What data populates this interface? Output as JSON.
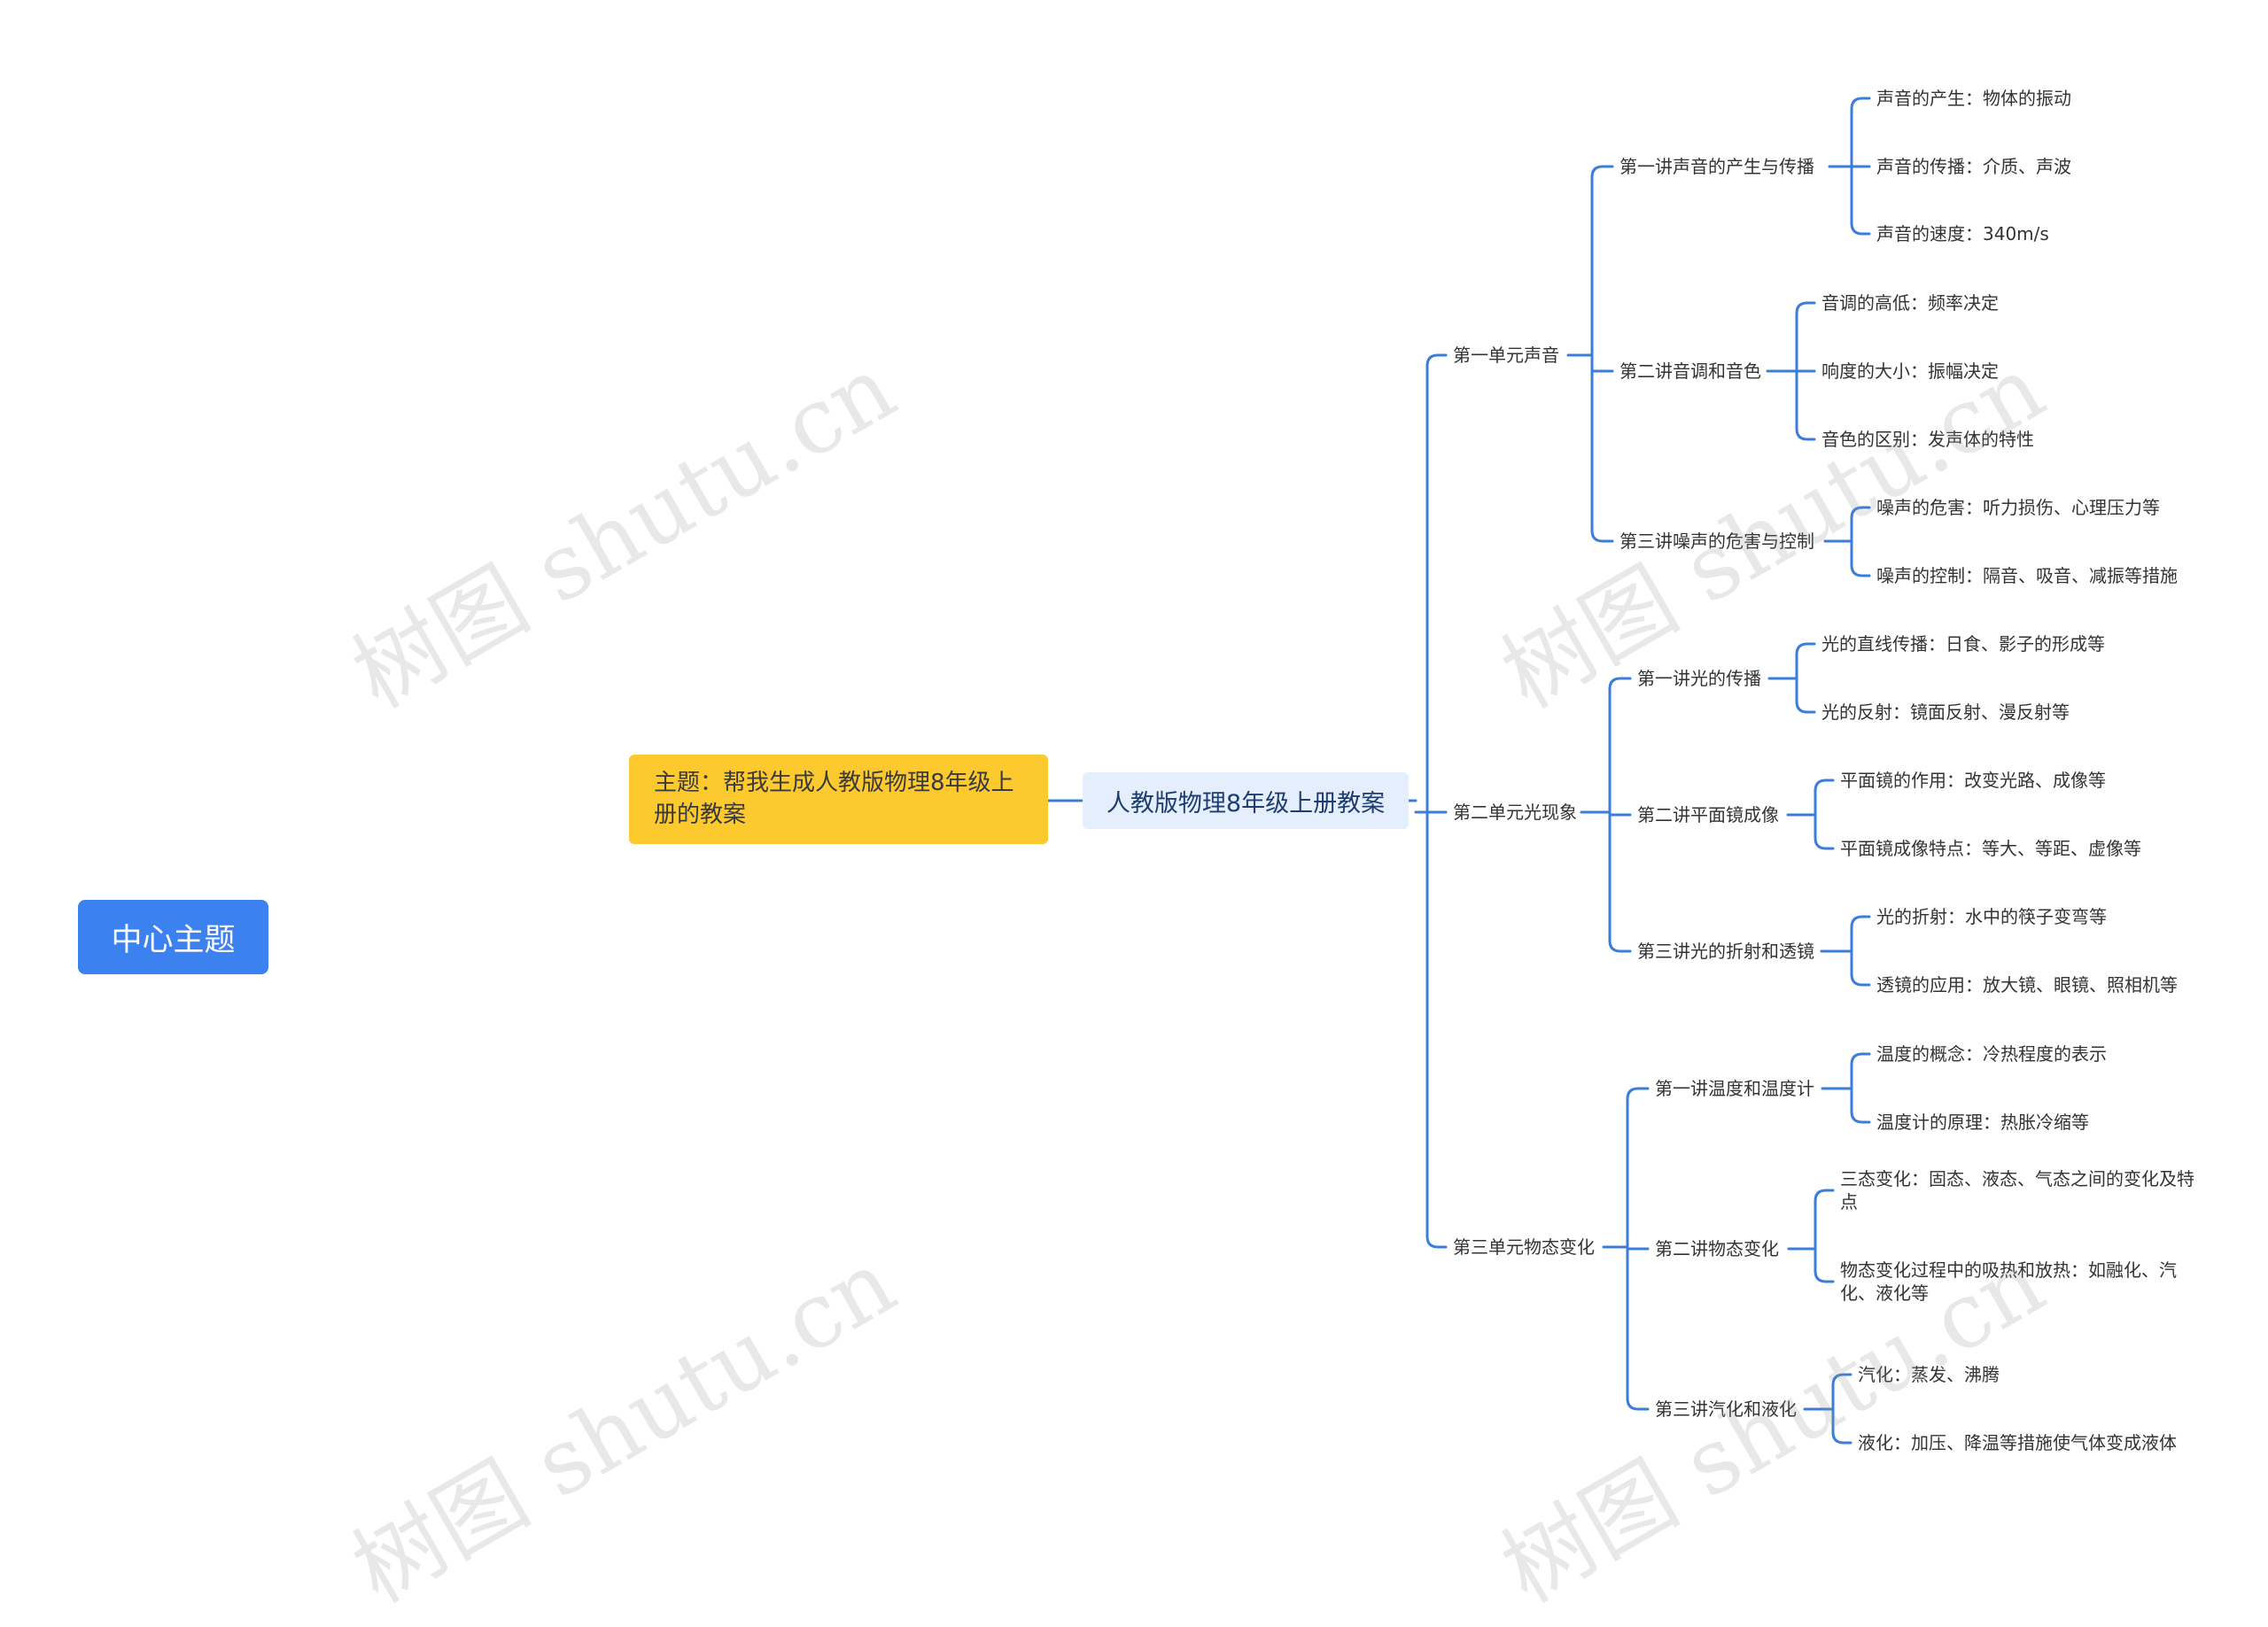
{
  "root": "中心主题",
  "topic": "主题：帮我生成人教版物理8年级上册的教案",
  "center": "人教版物理8年级上册教案",
  "watermark": "树图 shutu.cn",
  "colors": {
    "line": "#3b7dd8",
    "root": "#3b82f0",
    "topic": "#fcc92e",
    "center": "#e4eefc"
  },
  "units": [
    {
      "label": "第一单元声音",
      "lessons": [
        {
          "label": "第一讲声音的产生与传播",
          "leaves": [
            "声音的产生：物体的振动",
            "声音的传播：介质、声波",
            "声音的速度：340m/s"
          ]
        },
        {
          "label": "第二讲音调和音色",
          "leaves": [
            "音调的高低：频率决定",
            "响度的大小：振幅决定",
            "音色的区别：发声体的特性"
          ]
        },
        {
          "label": "第三讲噪声的危害与控制",
          "leaves": [
            "噪声的危害：听力损伤、心理压力等",
            "噪声的控制：隔音、吸音、减振等措施"
          ]
        }
      ]
    },
    {
      "label": "第二单元光现象",
      "lessons": [
        {
          "label": "第一讲光的传播",
          "leaves": [
            "光的直线传播：日食、影子的形成等",
            "光的反射：镜面反射、漫反射等"
          ]
        },
        {
          "label": "第二讲平面镜成像",
          "leaves": [
            "平面镜的作用：改变光路、成像等",
            "平面镜成像特点：等大、等距、虚像等"
          ]
        },
        {
          "label": "第三讲光的折射和透镜",
          "leaves": [
            "光的折射：水中的筷子变弯等",
            "透镜的应用：放大镜、眼镜、照相机等"
          ]
        }
      ]
    },
    {
      "label": "第三单元物态变化",
      "lessons": [
        {
          "label": "第一讲温度和温度计",
          "leaves": [
            "温度的概念：冷热程度的表示",
            "温度计的原理：热胀冷缩等"
          ]
        },
        {
          "label": "第二讲物态变化",
          "leaves": [
            "三态变化：固态、液态、气态之间的变化及特点",
            "物态变化过程中的吸热和放热：如融化、汽化、液化等"
          ]
        },
        {
          "label": "第三讲汽化和液化",
          "leaves": [
            "汽化：蒸发、沸腾",
            "液化：加压、降温等措施使气体变成液体"
          ]
        }
      ]
    }
  ]
}
